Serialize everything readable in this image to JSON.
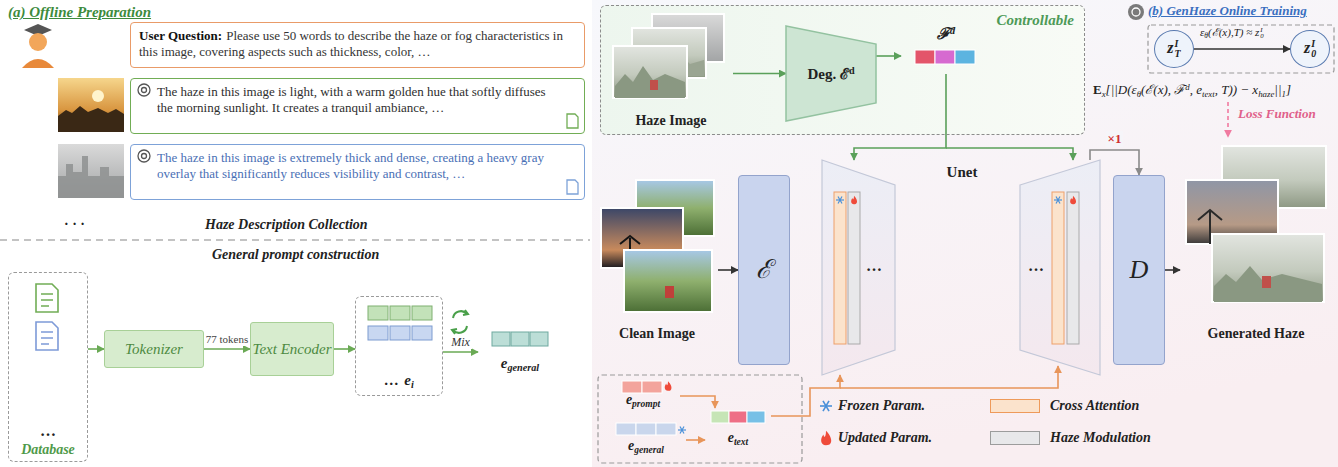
{
  "diagram": {
    "nodes": [
      {
        "text": [
          "User Question:",
          "Please use 50 words to describe the haze or fog characteristics in this image, covering aspects such as thickness, color, …"
        ]
      },
      {
        "text": [
          "The haze in this image is light, with a warm golden hue that softly diffuses the morning sunlight. It creates a tranquil ambiance, …"
        ]
      },
      {
        "text": [
          "The haze in this image is extremely thick and dense, creating a heavy gray overlay that significantly reduces visibility and contrast, …"
        ]
      },
      {
        "text": [
          "…",
          "Database"
        ]
      },
      {
        "text": [
          "Tokenizer"
        ]
      },
      {
        "text": [
          "Text Encoder"
        ]
      },
      {
        "text": [
          "…",
          "e",
          "i"
        ]
      },
      {
        "text": [
          "e",
          "general"
        ]
      },
      {
        "text": [
          "Controllable"
        ]
      },
      {
        "text": [
          "Haze Image"
        ],
        "in": 8
      },
      {
        "text": [
          "Deg. ℰ",
          "d"
        ],
        "in": 8
      },
      {
        "text": [
          "ℱ",
          "d"
        ],
        "in": 8
      },
      {
        "text": [
          "Clean Image"
        ]
      },
      {
        "text": [
          "ℰ"
        ]
      },
      {
        "text": [
          "Unet"
        ]
      },
      {
        "text": [
          "D"
        ]
      },
      {
        "text": [
          "Generated Haze"
        ]
      },
      {
        "text": [
          "z",
          "I",
          "T"
        ]
      },
      {
        "text": [
          "z",
          "I",
          "0"
        ]
      },
      {
        "text": [
          "e",
          "prompt"
        ]
      },
      {
        "text": [
          "e",
          "general"
        ]
      },
      {
        "text": [
          "e",
          "text"
        ]
      }
    ],
    "edges": [
      {
        "from": 3,
        "to": 4,
        "arrow": "to"
      },
      {
        "from": 4,
        "to": 5,
        "arrow": "to",
        "label": "77 tokens"
      },
      {
        "from": 5,
        "to": 6,
        "arrow": "to"
      },
      {
        "from": 6,
        "to": 7,
        "arrow": "to",
        "label": "Mix"
      },
      {
        "from": 9,
        "to": 10,
        "arrow": "to"
      },
      {
        "from": 10,
        "to": 11,
        "arrow": "to"
      },
      {
        "from": 11,
        "to": 14,
        "arrow": "to"
      },
      {
        "from": 12,
        "to": 13,
        "arrow": "to"
      },
      {
        "from": 14,
        "to": 15,
        "arrow": "to",
        "label": "×1"
      },
      {
        "from": 15,
        "to": 16,
        "arrow": "to"
      },
      {
        "from": 17,
        "to": 18,
        "arrow": "to"
      },
      {
        "from": 19,
        "to": 21,
        "arrow": "to"
      },
      {
        "from": 20,
        "to": 21,
        "arrow": "to"
      },
      {
        "from": 21,
        "to": 14,
        "arrow": "to"
      }
    ],
    "labels": [
      "(a) Offline Preparation",
      "· · ·",
      "Haze Description Collection",
      "General prompt construction",
      "(b) GenHaze Online Training",
      "ε",
      "θ",
      "(ℰ(x),T) ≈ z",
      "I",
      "0",
      "E",
      "x",
      "[||D(ε",
      "θ",
      "(ℰ(x), ℱ",
      "d",
      ", e",
      "text",
      ", T)) − x",
      "haze",
      "||",
      "1",
      "]",
      "Loss Function",
      "…",
      "…",
      "Frozen Param.",
      "Updated Param."
    ],
    "legend": [
      {
        "text": "Cross Attention",
        "color": "#fbe3cc"
      },
      {
        "text": "Haze Modulation",
        "color": "#e8e8ea"
      }
    ]
  }
}
